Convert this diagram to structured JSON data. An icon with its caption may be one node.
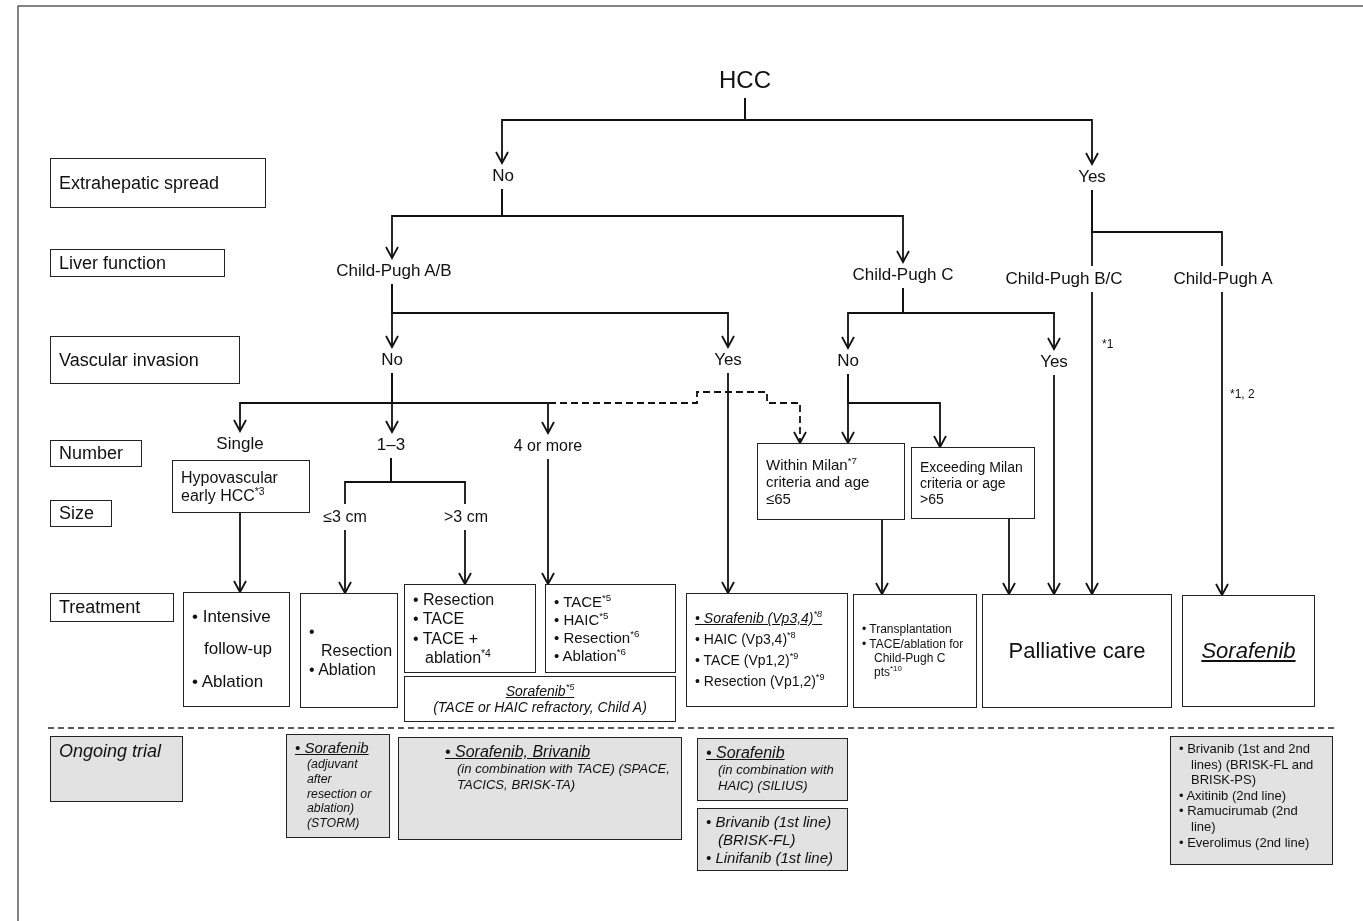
{
  "diagram": {
    "nodes": [
      {
        "text": [
          "HCC"
        ]
      },
      {
        "text": [
          "Extrahepatic spread"
        ]
      },
      {
        "text": [
          "No"
        ]
      },
      {
        "text": [
          "Yes"
        ]
      },
      {
        "text": [
          "Liver function"
        ]
      },
      {
        "text": [
          "Child-Pugh A/B"
        ]
      },
      {
        "text": [
          "Child-Pugh C"
        ]
      },
      {
        "text": [
          "Child-Pugh B/C"
        ]
      },
      {
        "text": [
          "Child-Pugh A"
        ]
      },
      {
        "text": [
          "Vascular invasion"
        ]
      },
      {
        "text": [
          "No"
        ]
      },
      {
        "text": [
          "Yes"
        ]
      },
      {
        "text": [
          "No"
        ]
      },
      {
        "text": [
          "Yes"
        ]
      },
      {
        "text": [
          "Number"
        ]
      },
      {
        "text": [
          "Single"
        ]
      },
      {
        "text": [
          "1–3"
        ]
      },
      {
        "text": [
          "4 or more"
        ]
      },
      {
        "text": [
          "Within Milan$^{*7}$ criteria and age ≤65"
        ]
      },
      {
        "text": [
          "Exceeding Milan criteria or age >65"
        ]
      },
      {
        "text": [
          "Size"
        ]
      },
      {
        "text": [
          "Hypovascular early HCC$^{*3}$"
        ]
      },
      {
        "text": [
          "≤3 cm"
        ]
      },
      {
        "text": [
          ">3 cm"
        ]
      },
      {
        "text": [
          "Treatment"
        ]
      },
      {
        "text": [
          "• Intensive follow-up",
          "• Ablation"
        ]
      },
      {
        "text": [
          "• Resection",
          "• Ablation"
        ]
      },
      {
        "text": [
          "• Resection",
          "• TACE",
          "• TACE + ablation$^{*4}$"
        ]
      },
      {
        "text": [
          "• TACE$^{*5}$",
          "• HAIC$^{*5}$",
          "• Resection$^{*6}$",
          "• Ablation$^{*6}$"
        ]
      },
      {
        "text": [
          "• Sorafenib (Vp3,4)$^{*8}$",
          "• HAIC (Vp3,4)$^{*8}$",
          "• TACE (Vp1,2)$^{*9}$",
          "• Resection (Vp1,2)$^{*9}$"
        ]
      },
      {
        "text": [
          "• Transplantation",
          "• TACE/ablation for Child-Pugh C pts$^{*10}$"
        ]
      },
      {
        "text": [
          "Palliative care"
        ]
      },
      {
        "text": [
          "Sorafenib"
        ]
      },
      {
        "text": [
          "Sorafenib$^{*5}$",
          "(TACE or HAIC refractory, Child A)"
        ]
      },
      {
        "text": [
          "Ongoing trial"
        ]
      },
      {
        "text": [
          "• Sorafenib",
          "(adjuvant after resection or ablation) (STORM)"
        ]
      },
      {
        "text": [
          "• Sorafenib, Brivanib",
          "(in combination with TACE) (SPACE, TACICS, BRISK-TA)"
        ]
      },
      {
        "text": [
          "• Sorafenib",
          "(in combination with HAIC) (SILIUS)"
        ]
      },
      {
        "text": [
          "• Brivanib (1st line) (BRISK-FL)",
          "• Linifanib (1st line)"
        ]
      },
      {
        "text": [
          "• Brivanib (1st and 2nd lines) (BRISK-FL and BRISK-PS)",
          "• Axitinib (2nd line)",
          "• Ramucirumab (2nd line)",
          "• Everolimus (2nd line)"
        ]
      }
    ],
    "edges": [
      {
        "from": 0,
        "to": 2,
        "arrow": "to"
      },
      {
        "from": 0,
        "to": 3,
        "arrow": "to"
      },
      {
        "from": 2,
        "to": 5,
        "arrow": "to"
      },
      {
        "from": 2,
        "to": 6,
        "arrow": "to"
      },
      {
        "from": 3,
        "to": 7,
        "arrow": "none"
      },
      {
        "from": 3,
        "to": 8,
        "arrow": "none"
      },
      {
        "from": 5,
        "to": 10,
        "arrow": "to"
      },
      {
        "from": 5,
        "to": 11,
        "arrow": "to"
      },
      {
        "from": 6,
        "to": 12,
        "arrow": "to"
      },
      {
        "from": 6,
        "to": 13,
        "arrow": "to"
      },
      {
        "from": 7,
        "to": 31,
        "arrow": "to",
        "label": "*1"
      },
      {
        "from": 8,
        "to": 32,
        "arrow": "to",
        "label": "*1, 2"
      },
      {
        "from": 10,
        "to": 15,
        "arrow": "to"
      },
      {
        "from": 10,
        "to": 16,
        "arrow": "to"
      },
      {
        "from": 10,
        "to": 17,
        "arrow": "to"
      },
      {
        "from": 10,
        "to": 18,
        "arrow": "to",
        "style": "dashed"
      },
      {
        "from": 11,
        "to": 29,
        "arrow": "to"
      },
      {
        "from": 12,
        "to": 18,
        "arrow": "to"
      },
      {
        "from": 12,
        "to": 19,
        "arrow": "to"
      },
      {
        "from": 13,
        "to": 31,
        "arrow": "to"
      },
      {
        "from": 21,
        "to": 25,
        "arrow": "to"
      },
      {
        "from": 16,
        "to": 22,
        "arrow": "none"
      },
      {
        "from": 16,
        "to": 23,
        "arrow": "none"
      },
      {
        "from": 22,
        "to": 26,
        "arrow": "to"
      },
      {
        "from": 23,
        "to": 27,
        "arrow": "to"
      },
      {
        "from": 17,
        "to": 28,
        "arrow": "to"
      },
      {
        "from": 18,
        "to": 30,
        "arrow": "to"
      },
      {
        "from": 19,
        "to": 31,
        "arrow": "to"
      }
    ]
  }
}
